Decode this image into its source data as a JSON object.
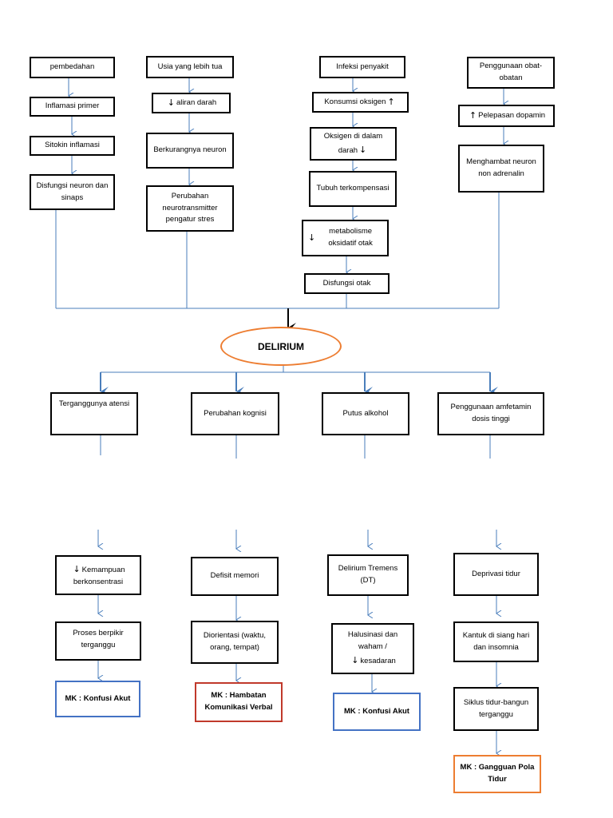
{
  "center": "DELIRIUM",
  "arrow_up": "↑",
  "arrow_down": "↓",
  "causes": {
    "col1": [
      "pembedahan",
      "Inflamasi primer",
      "Sitokin inflamasi",
      "Disfungsi neuron dan sinaps"
    ],
    "col2": [
      "Usia yang lebih tua",
      "aliran darah",
      "Berkurangnya neuron",
      "Perubahan neurotransmitter pengatur stres"
    ],
    "col3": [
      "Infeksi penyakit",
      "Konsumsi oksigen",
      "Oksigen di dalam darah",
      "Tubuh terkompensasi",
      "metabolisme oksidatif otak",
      "Disfungsi otak"
    ],
    "col4": [
      "Penggunaan obat-obatan",
      "Pelepasan dopamin",
      "Menghambat neuron non adrenalin"
    ]
  },
  "effects": {
    "col1": [
      "Terganggunya atensi",
      "Kemampuan berkonsentrasi",
      "Proses berpikir terganggu",
      "MK : Konfusi Akut"
    ],
    "col2": [
      "Perubahan kognisi",
      "Defisit memori",
      "Diorientasi (waktu, orang, tempat)",
      "MK : Hambatan Komunikasi Verbal"
    ],
    "col3": [
      "Putus alkohol",
      "Delirium Tremens (DT)",
      "Halusinasi dan waham /",
      "kesadaran",
      "MK : Konfusi Akut"
    ],
    "col4": [
      "Penggunaan amfetamin dosis tinggi",
      "Deprivasi tidur",
      "Kantuk di siang hari dan insomnia",
      "Siklus tidur-bangun terganggu",
      "MK : Gangguan Pola Tidur"
    ]
  },
  "colors": {
    "connector": "#4a7ebb",
    "mk_blue": "#4472c4",
    "mk_red": "#c0392b",
    "mk_orange": "#ed7d31",
    "ellipse": "#ed7d31"
  }
}
